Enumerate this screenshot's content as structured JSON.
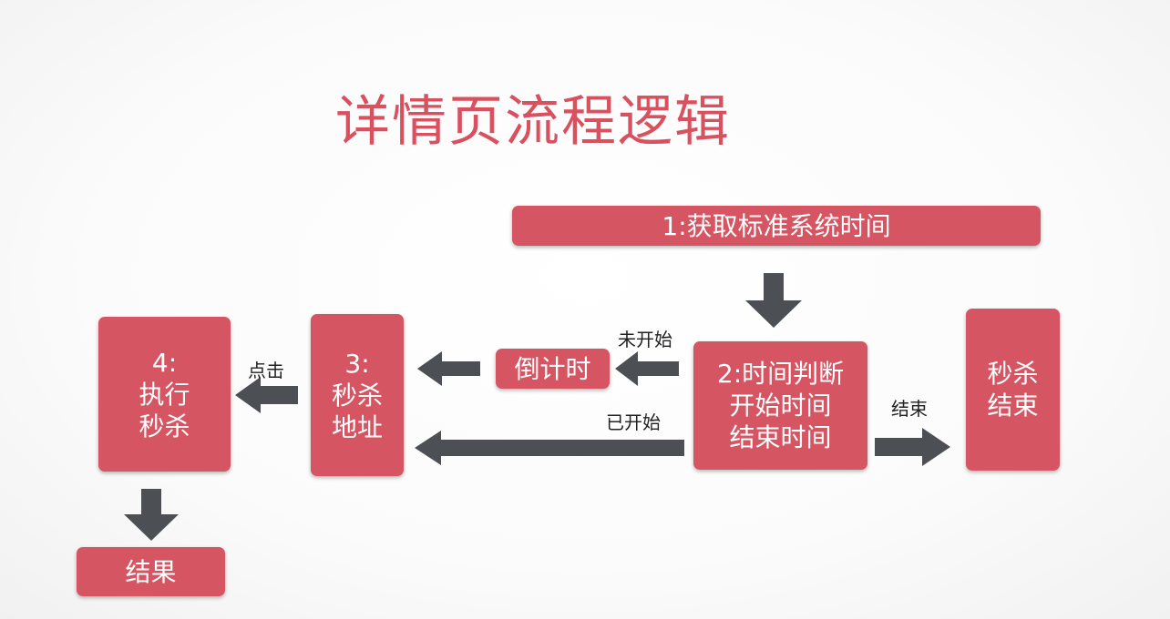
{
  "title": "详情页流程逻辑",
  "nodes": {
    "step1": {
      "lines": [
        "1:获取标准系统时间"
      ]
    },
    "step2": {
      "lines": [
        "2:时间判断",
        "开始时间",
        "结束时间"
      ]
    },
    "countdown": {
      "lines": [
        "倒计时"
      ]
    },
    "step3": {
      "lines": [
        "3:",
        "秒杀",
        "地址"
      ]
    },
    "step4": {
      "lines": [
        "4:",
        "执行",
        "秒杀"
      ]
    },
    "seckill_end": {
      "lines": [
        "秒杀",
        "结束"
      ]
    },
    "result": {
      "lines": [
        "结果"
      ]
    }
  },
  "edge_labels": {
    "not_started": "未开始",
    "started": "已开始",
    "ended": "结束",
    "click": "点击"
  },
  "colors": {
    "title": "#d9505f",
    "box_fill": "#d65563",
    "box_text": "#ffffff",
    "arrow": "#4c5055"
  }
}
